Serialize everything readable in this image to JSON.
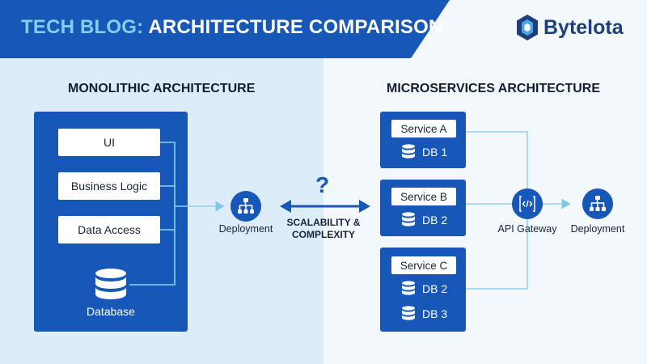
{
  "header": {
    "title_part_1": "TECH BLOG: ",
    "title_part_2": "ARCHITECTURE COMPARISON",
    "logo_text": "Bytelota",
    "colors": {
      "banner": "#1657b8",
      "accent": "#7fd0ef"
    }
  },
  "monolith": {
    "heading": "MONOLITHIC ARCHITECTURE",
    "layers": [
      "UI",
      "Business Logic",
      "Data Access"
    ],
    "database_label": "Database",
    "deployment_label": "Deployment"
  },
  "comparison": {
    "question": "?",
    "line1": "SCALABILITY &",
    "line2": "COMPLEXITY"
  },
  "microservices": {
    "heading": "MICROSERVICES ARCHITECTURE",
    "services": [
      {
        "name": "Service A",
        "dbs": [
          "DB 1"
        ]
      },
      {
        "name": "Service B",
        "dbs": [
          "DB 2"
        ]
      },
      {
        "name": "Service C",
        "dbs": [
          "DB 2",
          "DB 3"
        ]
      }
    ],
    "gateway_label": "API Gateway",
    "deployment_label": "Deployment"
  }
}
